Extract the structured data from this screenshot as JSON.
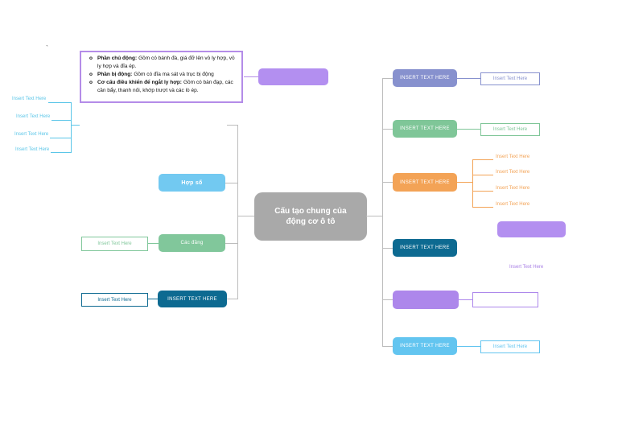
{
  "stray_mark": "`",
  "note_box": {
    "bullet": "o",
    "border_color": "#b48ce8",
    "items": [
      {
        "bold": "Phần chủ động:",
        "text": "Gồm có bánh đà, giá đỡ lên vỏ ly hợp, vỏ ly hợp và đĩa ép."
      },
      {
        "bold": "Phần bị động:",
        "text": "Gồm có đĩa ma sát và trục bị động"
      },
      {
        "bold": "Cơ cấu điều khiển để ngắt ly hợp:",
        "text": "Gồm có bàn đạp, các cần bẩy, thanh nối, khớp trượt và các lò ép."
      }
    ]
  },
  "top_branch_node": {
    "label": "",
    "color": "#b38ff0"
  },
  "left_tree": {
    "color": "#5bc6e8",
    "labels": [
      "Insert Text Here",
      "Insert Text Here",
      "Insert Text Here",
      "Insert Text Here"
    ]
  },
  "center_node": {
    "line1": "Cấu tạo chung của",
    "line2": "động cơ ô tô",
    "color": "#a9a9a9"
  },
  "left_branch": {
    "nodes": [
      {
        "label": "Hợp số",
        "color": "#72c9f1"
      },
      {
        "label": "Các đăng",
        "color": "#81c79b",
        "attached_label": "Insert Text Here"
      },
      {
        "label": "INSERT TEXT HERE",
        "color": "#0d6a91",
        "attached_label": "Insert Text Here"
      }
    ]
  },
  "right_branch": {
    "nodes": [
      {
        "label": "INSERT TEXT HERE",
        "color": "#8791ce",
        "attached_label": "Insert Text Here"
      },
      {
        "label": "INSERT TEXT HERE",
        "color": "#7fc698",
        "attached_label": "Insert Text Here"
      },
      {
        "label": "INSERT TEXT HERE",
        "color": "#f3a356",
        "children": [
          "Insert Text Here",
          "Insert Text Here",
          "Insert Text Here",
          "Insert Text Here"
        ]
      },
      {
        "label": "INSERT TEXT HERE",
        "color": "#0d6a91"
      },
      {
        "label": "",
        "color": "#ad87eb",
        "attached_label": ""
      },
      {
        "label": "INSERT TEXT HERE",
        "color": "#63c5f0",
        "attached_label": "Insert Text Here"
      }
    ]
  },
  "floating": {
    "box_label": "",
    "text_label": "Insert Text Here",
    "color": "#b38ff0"
  }
}
